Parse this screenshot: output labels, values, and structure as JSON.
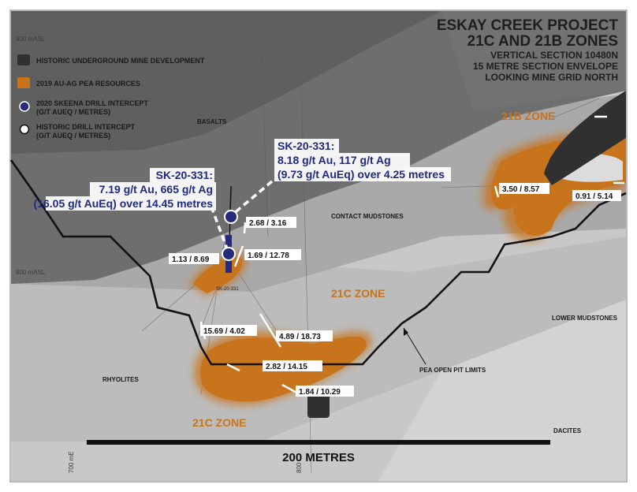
{
  "title": {
    "line1": "ESKAY CREEK PROJECT",
    "line2": "21C AND 21B ZONES",
    "sub1": "VERTICAL SECTION 10480N",
    "sub2": "15 METRE SECTION ENVELOPE",
    "sub3": "LOOKING MINE GRID NORTH"
  },
  "legend": {
    "underground": "HISTORIC UNDERGROUND MINE DEVELOPMENT",
    "pea": "2019 AU-AG PEA RESOURCES",
    "skeena_1": "2020 SKEENA DRILL INTERCEPT",
    "skeena_2": "(G/T AUEQ / METRES)",
    "historic_1": "HISTORIC DRILL INTERCEPT",
    "historic_2": "(G/T AUEQ / METRES)"
  },
  "colors": {
    "frame": "#5b5b5b",
    "basalt": "#6e6e6e",
    "mudstone": "#b9b9b9",
    "rhyolite": "#c8c8c8",
    "underground": "#303030",
    "pea": "#c8741c",
    "skeena": "#262a7a",
    "callout": "#1f2a80"
  },
  "elevations": {
    "top": "900 mASL",
    "mid": "800 mASL"
  },
  "eastings": {
    "left": "700 mE",
    "right": "800"
  },
  "geology": {
    "basalts": "BASALTS",
    "contact": "CONTACT MUDSTONES",
    "lower": "LOWER MUDSTONES",
    "rhyolites": "RHYOLITES",
    "dacites": "DACITES"
  },
  "zones": {
    "z21b": "21B ZONE",
    "z21c_mid": "21C ZONE",
    "z21c_low": "21C ZONE"
  },
  "callouts": {
    "left": {
      "hole": "SK-20-331:",
      "grades": "7.19 g/t Au, 665 g/t Ag",
      "eq": "(16.05 g/t AuEq) over 14.45 metres"
    },
    "right": {
      "hole": "SK-20-331:",
      "grades": "8.18 g/t Au, 117 g/t Ag",
      "eq": "(9.73 g/t AuEq) over 4.25 metres"
    }
  },
  "intercepts": [
    "2.68 / 3.16",
    "1.13 / 8.69",
    "1.69 / 12.78",
    "15.69 / 4.02",
    "4.89 / 18.73",
    "2.82 / 14.15",
    "1.84 / 10.29",
    "3.50 / 8.57",
    "0.91 / 5.14"
  ],
  "hole_label": "SK-20-331",
  "pit_label": "PEA OPEN PIT LIMITS",
  "scale_label": "200 METRES"
}
